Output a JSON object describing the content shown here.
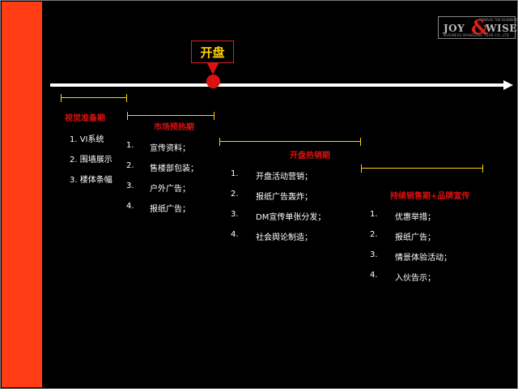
{
  "logo": {
    "tagline": "MANAGE THE BUSINESS",
    "name_left": "JOY",
    "ampersand": "&",
    "name_right": "WISE",
    "subline": "BUSINESS MANAGING YEAR CO.,LTD"
  },
  "milestone": {
    "label": "开盘"
  },
  "phases": [
    {
      "title": "视觉准备期",
      "items": [
        {
          "num": "",
          "text": "1. VI系统"
        },
        {
          "num": "",
          "text": "2. 围墙展示"
        },
        {
          "num": "",
          "text": "3. 楼体条幅"
        }
      ]
    },
    {
      "title": "市场预热期",
      "items": [
        {
          "num": "1.",
          "text": "宣传资料；"
        },
        {
          "num": "2.",
          "text": "售楼部包装；"
        },
        {
          "num": "3.",
          "text": "户外广告；"
        },
        {
          "num": "4.",
          "text": "报纸广告；"
        }
      ]
    },
    {
      "title": "开盘热销期",
      "items": [
        {
          "num": "1.",
          "text": "开盘活动营销；"
        },
        {
          "num": "2.",
          "text": "报纸广告轰炸；"
        },
        {
          "num": "3.",
          "text": "DM宣传单张分发；"
        },
        {
          "num": "4.",
          "text": "社会舆论制造；"
        }
      ]
    },
    {
      "title": "持续销售期+品牌宣传",
      "items": [
        {
          "num": "1.",
          "text": "优惠举措；"
        },
        {
          "num": "2.",
          "text": "报纸广告；"
        },
        {
          "num": "3.",
          "text": "情景体验活动；"
        },
        {
          "num": "4.",
          "text": "入伙告示；"
        }
      ]
    }
  ],
  "colors": {
    "accent_red": "#e01010",
    "side_bar": "#ff3c14",
    "bracket_yellow": "#ffd400",
    "milestone_text": "#ffd400",
    "background": "#000000"
  }
}
